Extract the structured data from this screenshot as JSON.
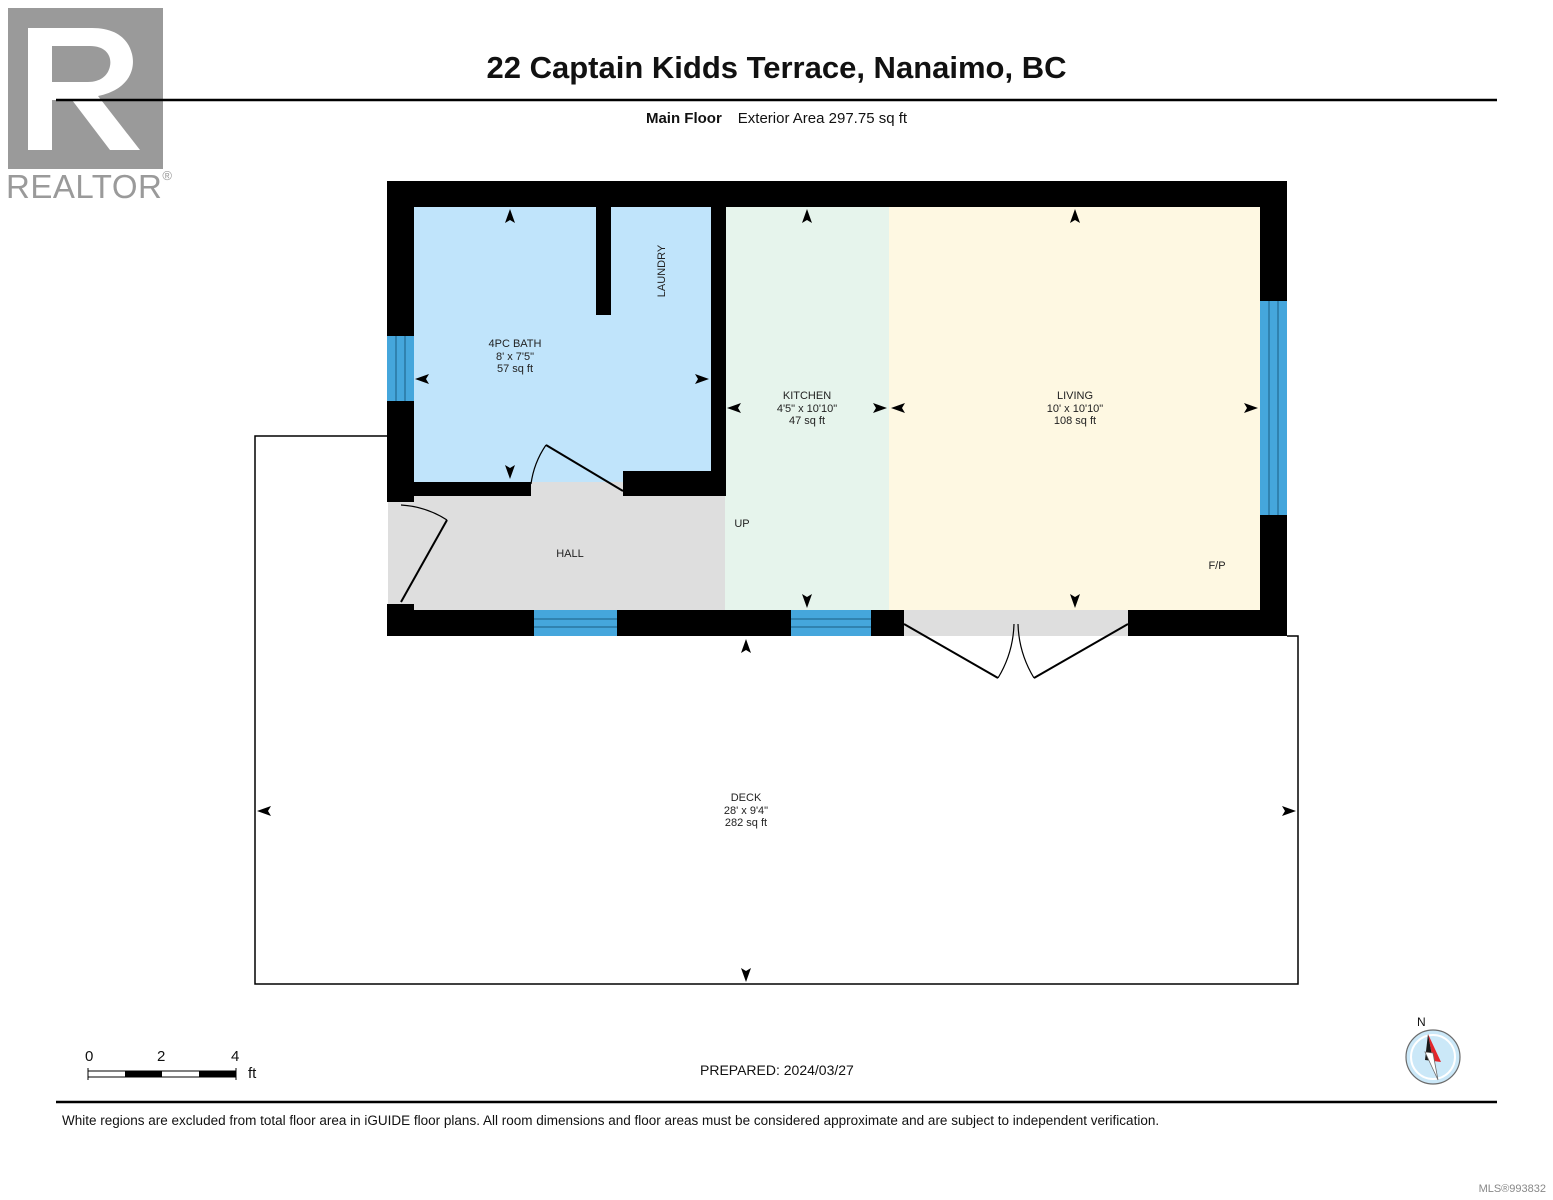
{
  "header": {
    "title": "22 Captain Kidds Terrace, Nanaimo, BC",
    "floor_label": "Main Floor",
    "exterior_area": "Exterior Area 297.75 sq ft"
  },
  "logo": {
    "text": "REALTOR",
    "mark": "®"
  },
  "rooms": {
    "bath": {
      "name": "4PC BATH",
      "dims": "8' x 7'5\"",
      "area": "57 sq ft"
    },
    "laundry": {
      "name": "LAUNDRY"
    },
    "kitchen": {
      "name": "KITCHEN",
      "dims": "4'5\" x 10'10\"",
      "area": "47 sq ft"
    },
    "living": {
      "name": "LIVING",
      "dims": "10' x 10'10\"",
      "area": "108 sq ft"
    },
    "hall": {
      "name": "HALL"
    },
    "up": {
      "name": "UP"
    },
    "fp": {
      "name": "F/P"
    },
    "deck": {
      "name": "DECK",
      "dims": "28' x 9'4\"",
      "area": "282 sq ft"
    }
  },
  "scale": {
    "ticks": [
      "0",
      "2",
      "4"
    ],
    "unit": "ft"
  },
  "compass": {
    "label": "N"
  },
  "prepared": "PREPARED: 2024/03/27",
  "footnote": "White regions are excluded from total floor area in iGUIDE floor plans. All room dimensions and floor areas must be considered approximate and are subject to independent verification.",
  "mls": "MLS®993832",
  "colors": {
    "bath": "#c0e4fb",
    "kitchen": "#e6f4ec",
    "living": "#fef8e2",
    "hall": "#dedede",
    "wall": "#000000",
    "window": "#45a6dc",
    "compass_fill": "#cbe8f8"
  }
}
